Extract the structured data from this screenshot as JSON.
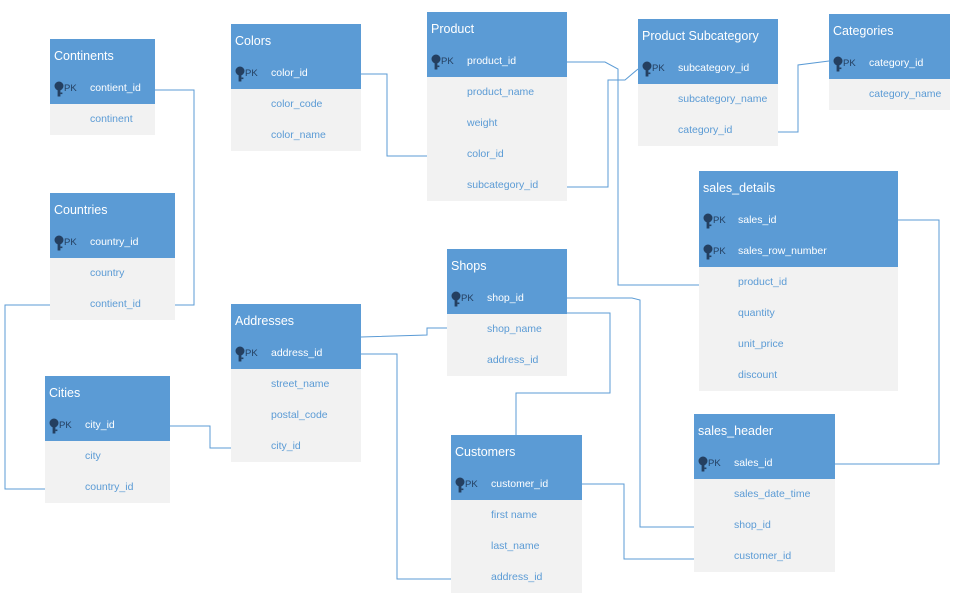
{
  "pk_label": "PK",
  "colors": {
    "header": "#5b9bd5",
    "body": "#f2f2f2",
    "text": "#5b9bd5",
    "key": "#243f60",
    "line": "#5b9bd5"
  },
  "icons": {
    "primary_key": "key-icon"
  },
  "entities": [
    {
      "id": "continents",
      "title": "Continents",
      "fields": [
        {
          "name": "contient_id",
          "pk": true
        },
        {
          "name": "continent",
          "pk": false
        }
      ]
    },
    {
      "id": "countries",
      "title": "Countries",
      "fields": [
        {
          "name": "country_id",
          "pk": true
        },
        {
          "name": "country",
          "pk": false
        },
        {
          "name": "contient_id",
          "pk": false
        }
      ]
    },
    {
      "id": "cities",
      "title": "Cities",
      "fields": [
        {
          "name": "city_id",
          "pk": true
        },
        {
          "name": "city",
          "pk": false
        },
        {
          "name": "country_id",
          "pk": false
        }
      ]
    },
    {
      "id": "colors",
      "title": "Colors",
      "fields": [
        {
          "name": "color_id",
          "pk": true
        },
        {
          "name": "color_code",
          "pk": false
        },
        {
          "name": "color_name",
          "pk": false
        }
      ]
    },
    {
      "id": "addresses",
      "title": "Addresses",
      "fields": [
        {
          "name": "address_id",
          "pk": true
        },
        {
          "name": "street_name",
          "pk": false
        },
        {
          "name": "postal_code",
          "pk": false
        },
        {
          "name": "city_id",
          "pk": false
        }
      ]
    },
    {
      "id": "product",
      "title": "Product",
      "fields": [
        {
          "name": "product_id",
          "pk": true
        },
        {
          "name": "product_name",
          "pk": false
        },
        {
          "name": "weight",
          "pk": false
        },
        {
          "name": "color_id",
          "pk": false
        },
        {
          "name": "subcategory_id",
          "pk": false
        }
      ]
    },
    {
      "id": "shops",
      "title": "Shops",
      "fields": [
        {
          "name": "shop_id",
          "pk": true
        },
        {
          "name": "shop_name",
          "pk": false
        },
        {
          "name": "address_id",
          "pk": false
        }
      ]
    },
    {
      "id": "customers",
      "title": "Customers",
      "fields": [
        {
          "name": "customer_id",
          "pk": true
        },
        {
          "name": "first name",
          "pk": false
        },
        {
          "name": "last_name",
          "pk": false
        },
        {
          "name": "address_id",
          "pk": false
        }
      ]
    },
    {
      "id": "product_subcategory",
      "title": "Product Subcategory",
      "fields": [
        {
          "name": "subcategory_id",
          "pk": true
        },
        {
          "name": "subcategory_name",
          "pk": false
        },
        {
          "name": "category_id",
          "pk": false
        }
      ]
    },
    {
      "id": "categories",
      "title": "Categories",
      "fields": [
        {
          "name": "category_id",
          "pk": true
        },
        {
          "name": "category_name",
          "pk": false
        }
      ]
    },
    {
      "id": "sales_details",
      "title": "sales_details",
      "fields": [
        {
          "name": "sales_id",
          "pk": true
        },
        {
          "name": "sales_row_number",
          "pk": true
        },
        {
          "name": "product_id",
          "pk": false
        },
        {
          "name": "quantity",
          "pk": false
        },
        {
          "name": "unit_price",
          "pk": false
        },
        {
          "name": "discount",
          "pk": false
        }
      ]
    },
    {
      "id": "sales_header",
      "title": "sales_header",
      "fields": [
        {
          "name": "sales_id",
          "pk": true
        },
        {
          "name": "sales_date_time",
          "pk": false
        },
        {
          "name": "shop_id",
          "pk": false
        },
        {
          "name": "customer_id",
          "pk": false
        }
      ]
    }
  ],
  "relationships": [
    {
      "from": "countries.contient_id",
      "to": "continents.contient_id"
    },
    {
      "from": "cities.country_id",
      "to": "countries.country_id"
    },
    {
      "from": "addresses.city_id",
      "to": "cities.city_id"
    },
    {
      "from": "product.color_id",
      "to": "colors.color_id"
    },
    {
      "from": "product.subcategory_id",
      "to": "product_subcategory.subcategory_id"
    },
    {
      "from": "product_subcategory.category_id",
      "to": "categories.category_id"
    },
    {
      "from": "sales_details.product_id",
      "to": "product.product_id"
    },
    {
      "from": "shops.address_id",
      "to": "addresses.address_id"
    },
    {
      "from": "customers.address_id",
      "to": "addresses.address_id"
    },
    {
      "from": "sales_header.shop_id",
      "to": "shops.shop_id"
    },
    {
      "from": "sales_header.customer_id",
      "to": "customers.customer_id"
    },
    {
      "from": "sales_details.sales_id",
      "to": "sales_header.sales_id"
    }
  ]
}
